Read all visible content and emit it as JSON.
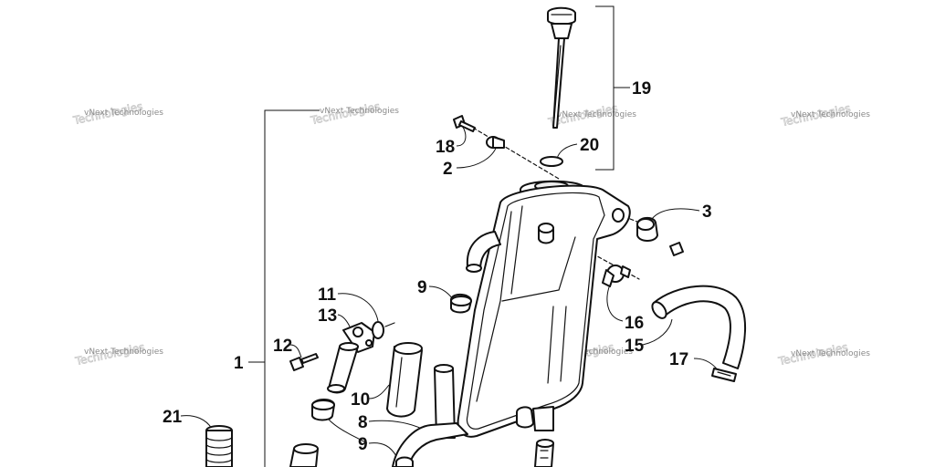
{
  "diagram": {
    "watermark_text": "vNext Technologies",
    "callouts": [
      {
        "id": "c1",
        "label": "1"
      },
      {
        "id": "c2",
        "label": "2"
      },
      {
        "id": "c3",
        "label": "3"
      },
      {
        "id": "c8",
        "label": "8"
      },
      {
        "id": "c9a",
        "label": "9"
      },
      {
        "id": "c9b",
        "label": "9"
      },
      {
        "id": "c10",
        "label": "10"
      },
      {
        "id": "c11",
        "label": "11"
      },
      {
        "id": "c12",
        "label": "12"
      },
      {
        "id": "c13",
        "label": "13"
      },
      {
        "id": "c15",
        "label": "15"
      },
      {
        "id": "c16",
        "label": "16"
      },
      {
        "id": "c17",
        "label": "17"
      },
      {
        "id": "c18",
        "label": "18"
      },
      {
        "id": "c19",
        "label": "19"
      },
      {
        "id": "c20",
        "label": "20"
      },
      {
        "id": "c21",
        "label": "21"
      }
    ]
  }
}
